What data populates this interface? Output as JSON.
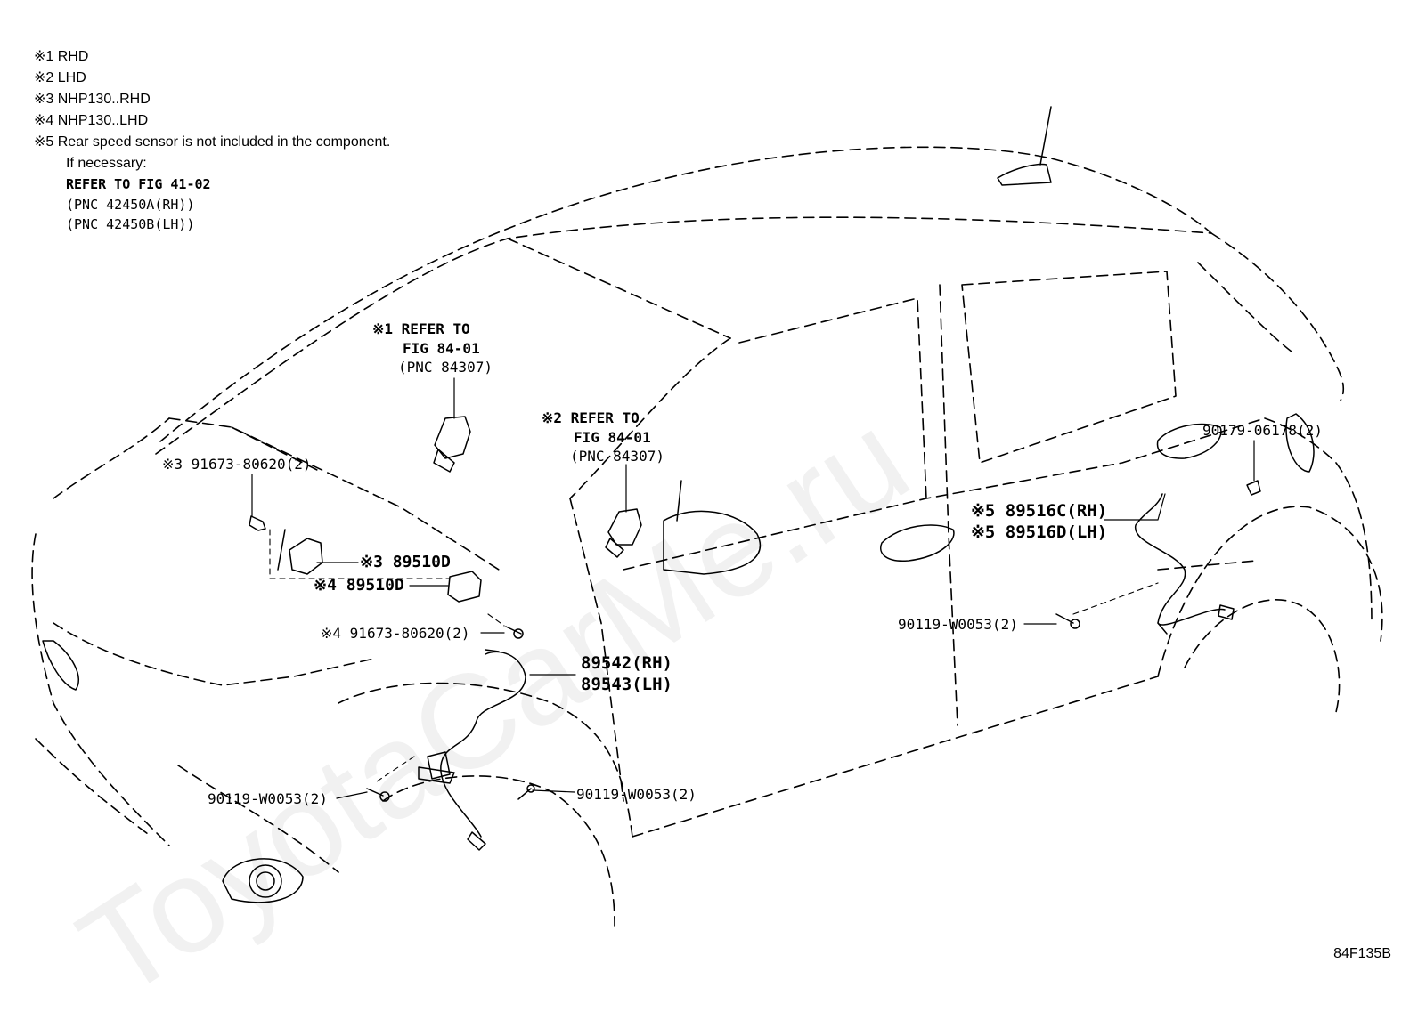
{
  "notes": [
    "※1 RHD",
    "※2 LHD",
    "※3 NHP130..RHD",
    "※4 NHP130..LHD",
    "※5 Rear speed sensor is not included in the component."
  ],
  "note5_sub": {
    "if_necessary": "If necessary:",
    "refer": "REFER TO FIG 41-02",
    "pnc_rh": "(PNC 42450A(RH))",
    "pnc_lh": "(PNC 42450B(LH))"
  },
  "callouts": {
    "ref1": [
      "※1 REFER TO",
      "FIG 84-01",
      "(PNC 84307)"
    ],
    "ref2": [
      "※2 REFER TO",
      "FIG 84-01",
      "(PNC 84307)"
    ],
    "bolt3": "※3 91673-80620(2)",
    "sensor3": "※3 89510D",
    "sensor4": "※4 89510D",
    "bolt4": "※4 91673-80620(2)",
    "front_sensor": [
      "89542(RH)",
      "89543(LH)"
    ],
    "rear_sensor": [
      "※5 89516C(RH)",
      "※5 89516D(LH)"
    ],
    "bolt_rear": "90119-W0053(2)",
    "bolt_front_left": "90119-W0053(2)",
    "bolt_front_right": "90119-W0053(2)",
    "clip_rear": "90179-06178(2)"
  },
  "watermark": "ToyotaCarMe.ru",
  "drawing_id": "84F135B"
}
